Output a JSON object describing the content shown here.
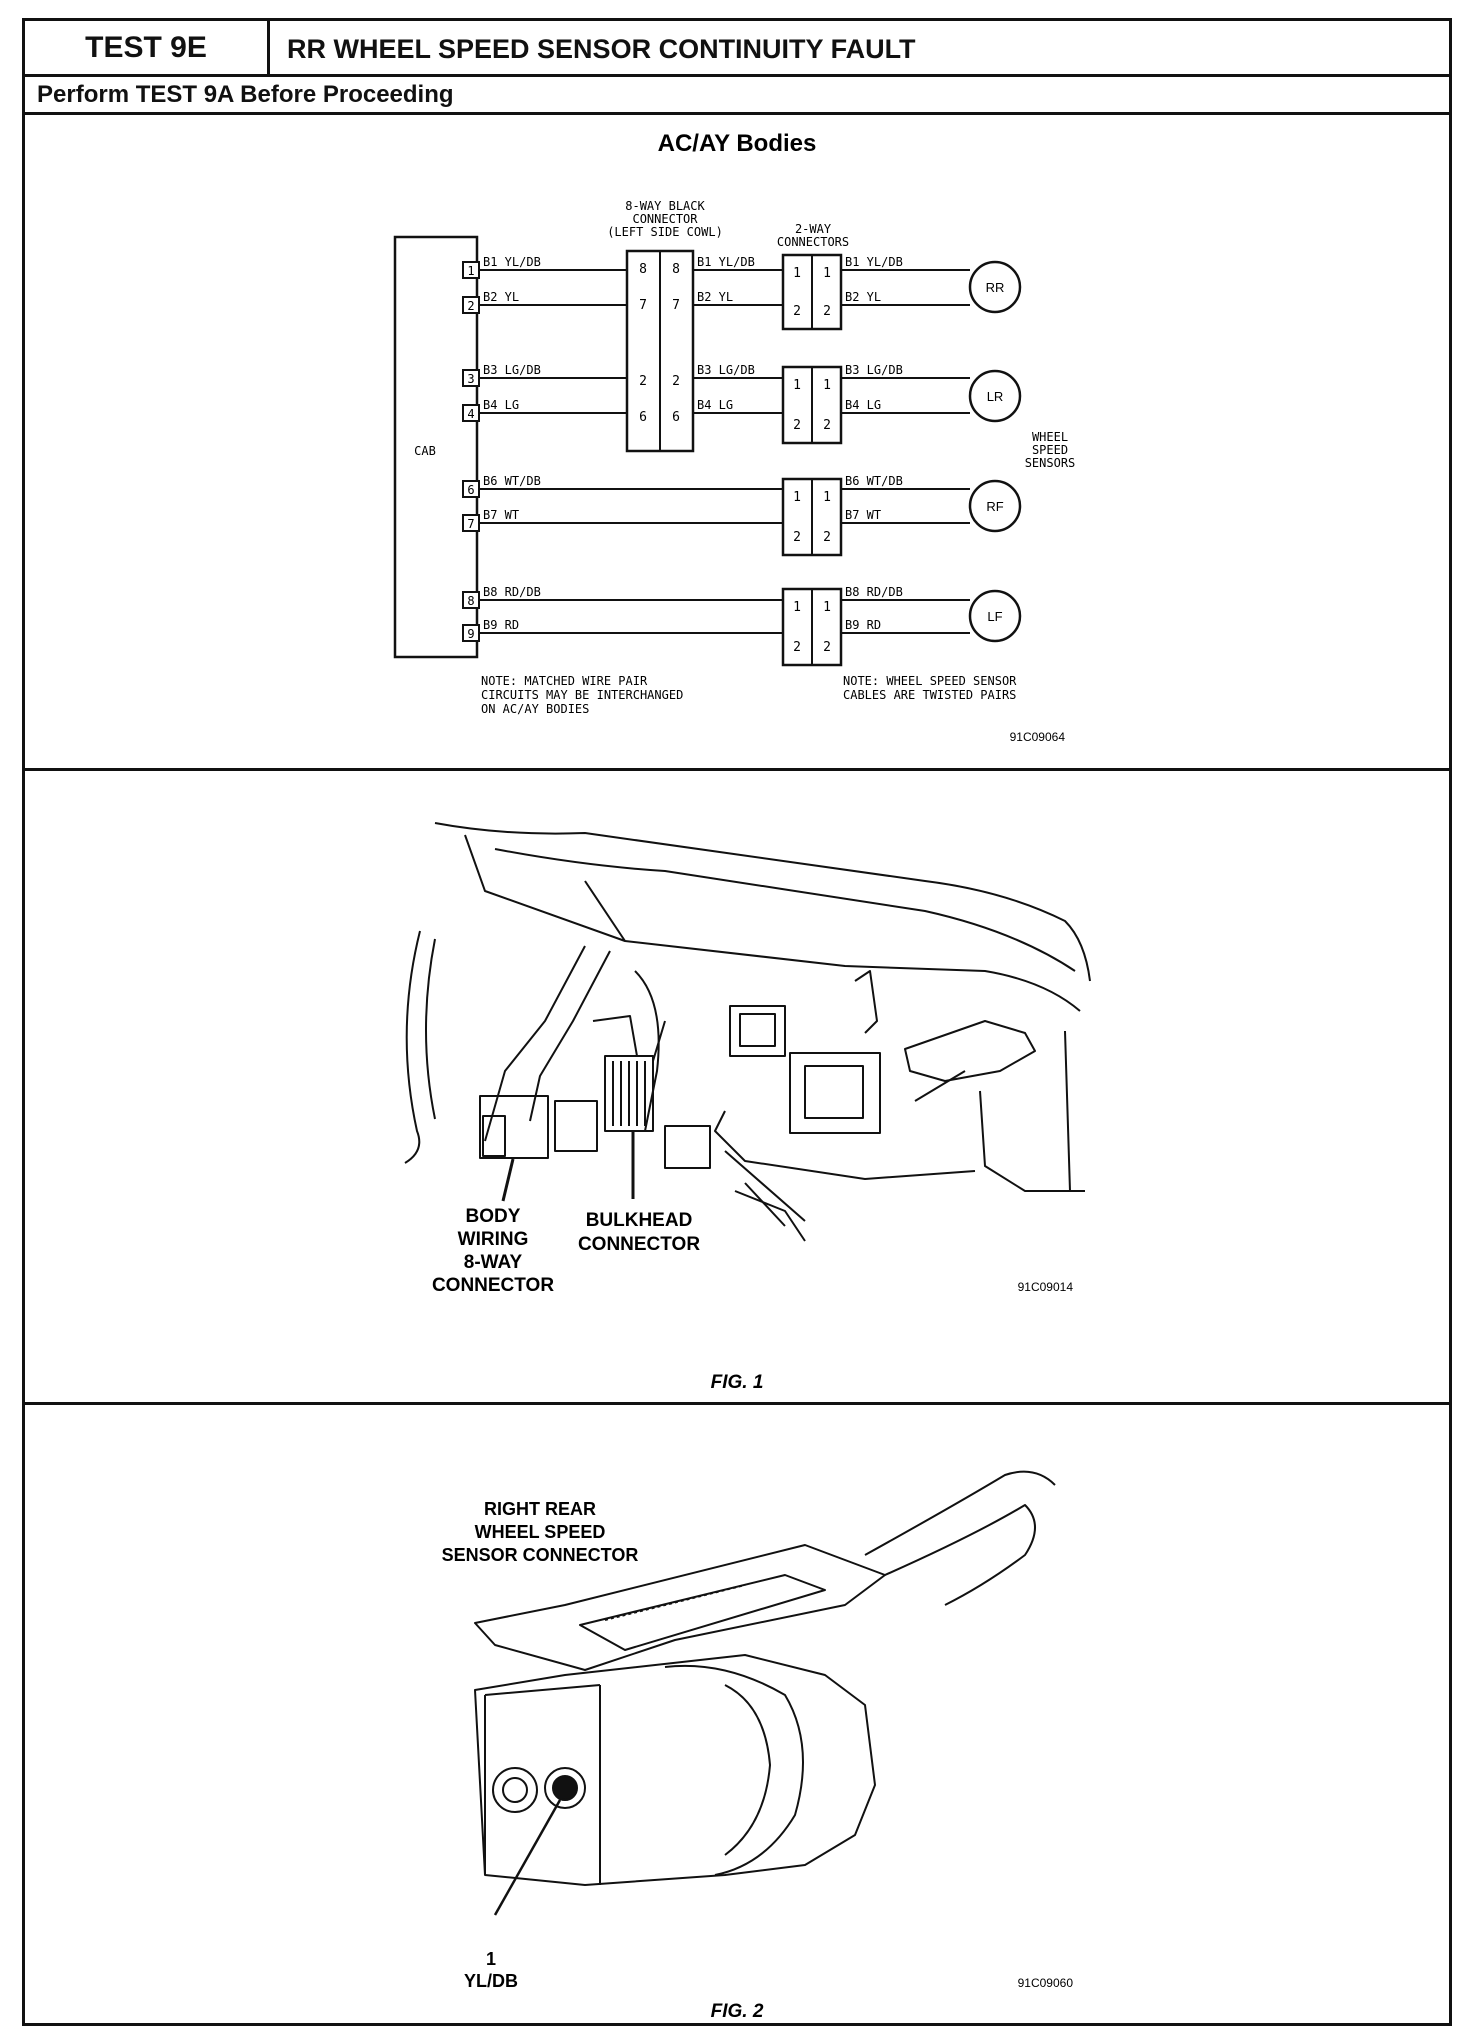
{
  "header": {
    "test_id": "TEST 9E",
    "title": "RR WHEEL SPEED SENSOR CONTINUITY FAULT"
  },
  "subheader": "Perform TEST 9A Before Proceeding",
  "schematic": {
    "title": "AC/AY Bodies",
    "module_label": "CAB",
    "connector_8way_label": [
      "8-WAY BLACK",
      "CONNECTOR",
      "(LEFT SIDE COWL)"
    ],
    "connector_2way_label": [
      "2-WAY",
      "CONNECTORS"
    ],
    "sensors_label": [
      "WHEEL",
      "SPEED",
      "SENSORS"
    ],
    "cab_pins": [
      "1",
      "2",
      "3",
      "4",
      "6",
      "7",
      "8",
      "9"
    ],
    "circuits": {
      "b1": "B1 YL/DB",
      "b2": "B2 YL",
      "b3": "B3 LG/DB",
      "b4": "B4 LG",
      "b6": "B6 WT/DB",
      "b7": "B7 WT",
      "b8": "B8 RD/DB",
      "b9": "B9 RD"
    },
    "connector_8way_pins": [
      "8",
      "7",
      "2",
      "6"
    ],
    "connector_2way_pins": [
      "1",
      "2"
    ],
    "sensors": [
      "RR",
      "LR",
      "RF",
      "LF"
    ],
    "note_left": [
      "NOTE: MATCHED WIRE PAIR",
      "CIRCUITS MAY BE INTERCHANGED",
      "ON AC/AY BODIES"
    ],
    "note_right": [
      "NOTE: WHEEL SPEED SENSOR",
      "CABLES ARE TWISTED PAIRS"
    ],
    "figure_code": "91C09064"
  },
  "fig1": {
    "label_body_wiring": [
      "BODY",
      "WIRING",
      "8-WAY",
      "CONNECTOR"
    ],
    "label_bulkhead": [
      "BULKHEAD",
      "CONNECTOR"
    ],
    "figure_code": "91C09014",
    "caption": "FIG. 1"
  },
  "fig2": {
    "label_sensor": [
      "RIGHT REAR",
      "WHEEL SPEED",
      "SENSOR CONNECTOR"
    ],
    "pin_number": "1",
    "pin_color": "YL/DB",
    "figure_code": "91C09060",
    "caption": "FIG. 2"
  },
  "colors": {
    "ink": "#111111",
    "paper": "#ffffff"
  }
}
